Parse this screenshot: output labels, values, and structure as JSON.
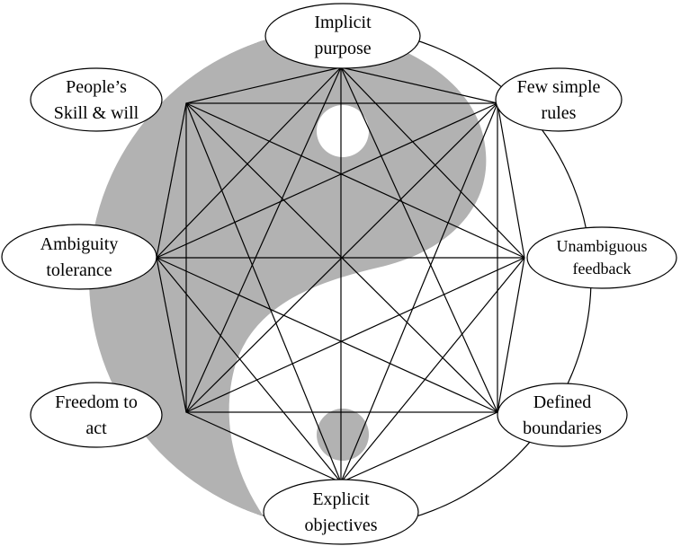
{
  "diagram": {
    "colors": {
      "background": "#ffffff",
      "shade": "#b2b2b2",
      "line": "#000000",
      "node_fill": "#ffffff"
    },
    "nodes": {
      "implicit_purpose": "Implicit\npurpose",
      "few_simple_rules": "Few simple\nrules",
      "unambiguous_feedback": "Unambiguous\nfeedback",
      "defined_boundaries": "Defined\nboundaries",
      "explicit_objectives": "Explicit\nobjectives",
      "freedom_to_act": "Freedom to\nact",
      "ambiguity_tolerance": "Ambiguity\ntolerance",
      "peoples_skill_will": "People’s\nSkill & will"
    }
  }
}
